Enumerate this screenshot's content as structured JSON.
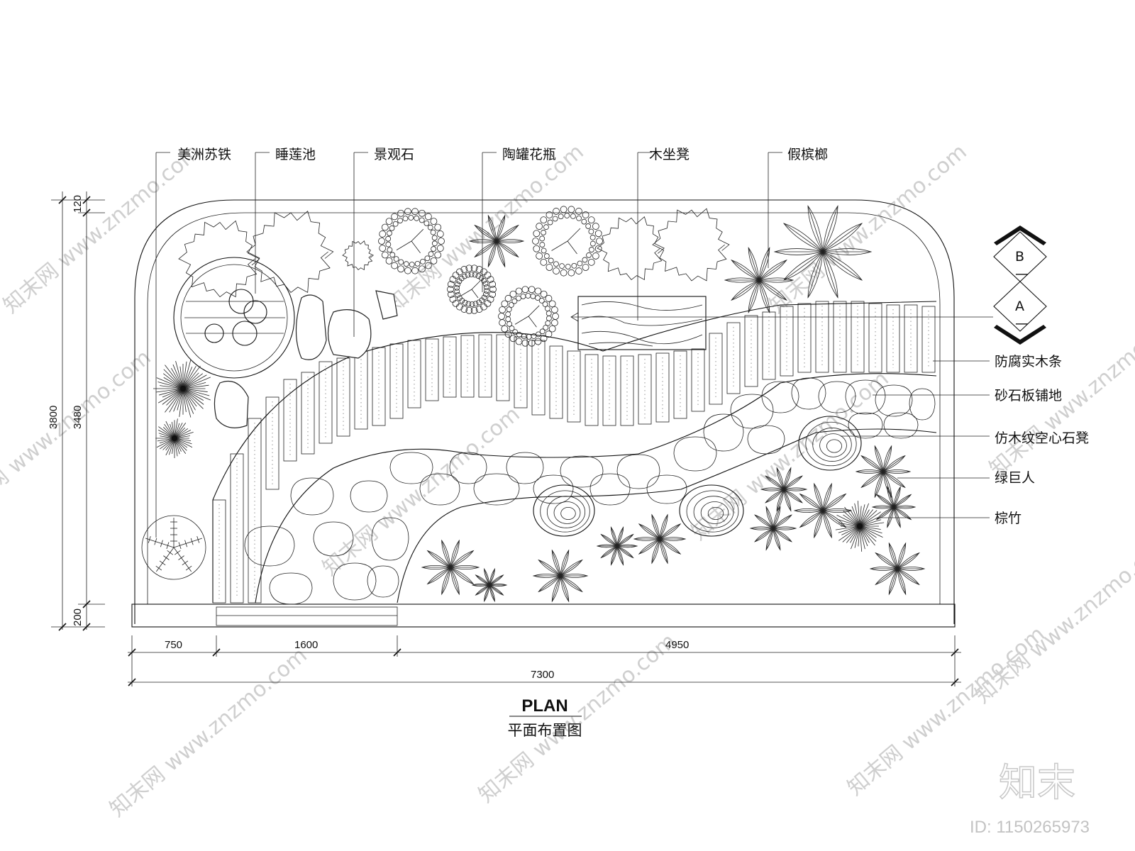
{
  "callouts_top": [
    {
      "id": "cycad",
      "text": "美洲苏铁"
    },
    {
      "id": "lily-pond",
      "text": "睡莲池"
    },
    {
      "id": "landscape-stone",
      "text": "景观石"
    },
    {
      "id": "pottery-vase",
      "text": "陶罐花瓶"
    },
    {
      "id": "wood-bench",
      "text": "木坐凳"
    },
    {
      "id": "fake-palm",
      "text": "假槟榔"
    }
  ],
  "callouts_right": [
    {
      "id": "timber-strip",
      "text": "防腐实木条"
    },
    {
      "id": "stone-paving",
      "text": "砂石板铺地"
    },
    {
      "id": "stone-stool",
      "text": "仿木纹空心石凳"
    },
    {
      "id": "philodendron",
      "text": "绿巨人"
    },
    {
      "id": "rhapis",
      "text": "棕竹"
    }
  ],
  "section_markers": [
    {
      "letter": "B",
      "sub": "—"
    },
    {
      "letter": "A",
      "sub": "—"
    }
  ],
  "dimensions": {
    "vertical_outer": "3800",
    "vertical_inner": "3480",
    "vertical_top": "120",
    "vertical_bottom": "200",
    "horizontal_segments": [
      "750",
      "1600",
      "4950"
    ],
    "horizontal_total": "7300"
  },
  "title": {
    "main": "PLAN",
    "sub": "平面布置图"
  },
  "watermark": {
    "site": "www.znzmo.com",
    "brand_cn": "知末网",
    "logo": "知末",
    "id_label": "ID: 1150265973"
  },
  "colors": {
    "line": "#111111",
    "watermark": "#cfcfcf",
    "background": "#ffffff"
  }
}
